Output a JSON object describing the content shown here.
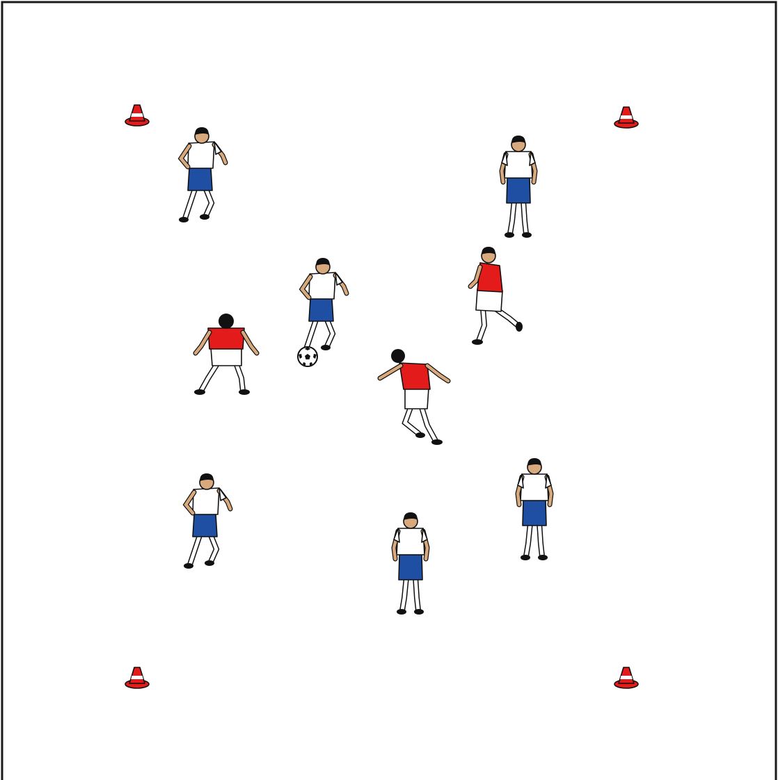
{
  "colors": {
    "frame": "#1a1a1a",
    "background": "#ffffff",
    "attacking_shirt": "#ffffff",
    "attacking_shorts": "#1f4fa3",
    "defending_shirt": "#e31b1b",
    "defending_shorts": "#ffffff",
    "cone": "#e31b1b",
    "skin": "#d9a97e",
    "hair": "#111111"
  },
  "cones": [
    {
      "name": "cone-top-left",
      "icon": "cone-icon"
    },
    {
      "name": "cone-top-right",
      "icon": "cone-icon"
    },
    {
      "name": "cone-bottom-left",
      "icon": "cone-icon"
    },
    {
      "name": "cone-bottom-right",
      "icon": "cone-icon"
    }
  ],
  "teams": {
    "attackers": {
      "kit": "white-shirt-blue-shorts",
      "player_count": 6
    },
    "defenders": {
      "kit": "red-shirt-white-shorts",
      "player_count": 3
    }
  },
  "ball": {
    "icon": "soccer-ball-icon"
  }
}
